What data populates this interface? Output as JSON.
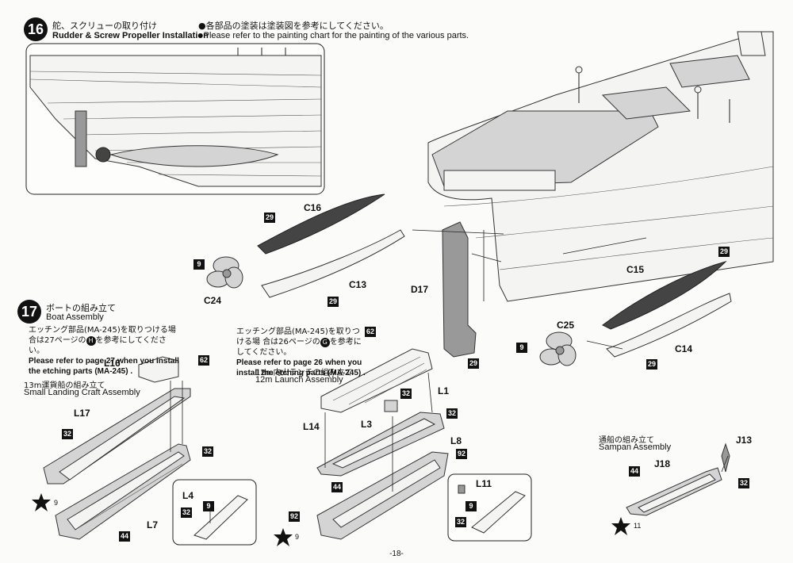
{
  "step16": {
    "number": "16",
    "title_jp": "舵、スクリューの取り付け",
    "title_en": "Rudder & Screw Propeller Installation",
    "note_jp": "●各部品の塗装は塗装図を参考にしてください。",
    "note_en": "●Please refer to the painting chart for the painting of the various parts."
  },
  "step17": {
    "number": "17",
    "title_jp": "ボートの組み立て",
    "title_en": "Boat Assembly",
    "etch_note_jp": "エッチング部品(MA-245)を取りつける場合は27ページの",
    "etch_note_jp2": "を参考にしてください。",
    "etch_note_en1": "Please refer to page 27",
    "etch_note_en2": "when you install the etching parts (MA-245) .",
    "etch_circle": "H"
  },
  "etch_note2": {
    "jp1": "エッチング部品(MA-245)を取りつける場",
    "jp2": "合は26ページの",
    "jp3": "を参考にしてください。",
    "en1": "Please refer to page 26",
    "en2": "when you",
    "en3": "install the etching parts (MA-245) .",
    "circle": "G"
  },
  "sub_landing": {
    "jp": "13m運貨船の組み立て",
    "en": "Small Landing Craft Assembly"
  },
  "sub_launch": {
    "jp": "12m内火ランチの組み立て",
    "en": "12m Launch Assembly"
  },
  "sub_sampan": {
    "jp": "通船の組み立て",
    "en": "Sampan Assembly"
  },
  "parts": {
    "C16": "C16",
    "C13": "C13",
    "C24": "C24",
    "C15": "C15",
    "C14": "C14",
    "C25": "C25",
    "D17": "D17",
    "L16": "L16",
    "L17": "L17",
    "L7": "L7",
    "L4": "L4",
    "L1": "L1",
    "L3": "L3",
    "L14": "L14",
    "L8": "L8",
    "L11": "L11",
    "J13": "J13",
    "J18": "J18"
  },
  "colors": {
    "c29": "29",
    "c9": "9",
    "c62": "62",
    "c32": "32",
    "c44": "44",
    "c92": "92"
  },
  "star_marks": {
    "s1": "9",
    "s2": "9",
    "s3": "11"
  },
  "page_number": "-18-"
}
